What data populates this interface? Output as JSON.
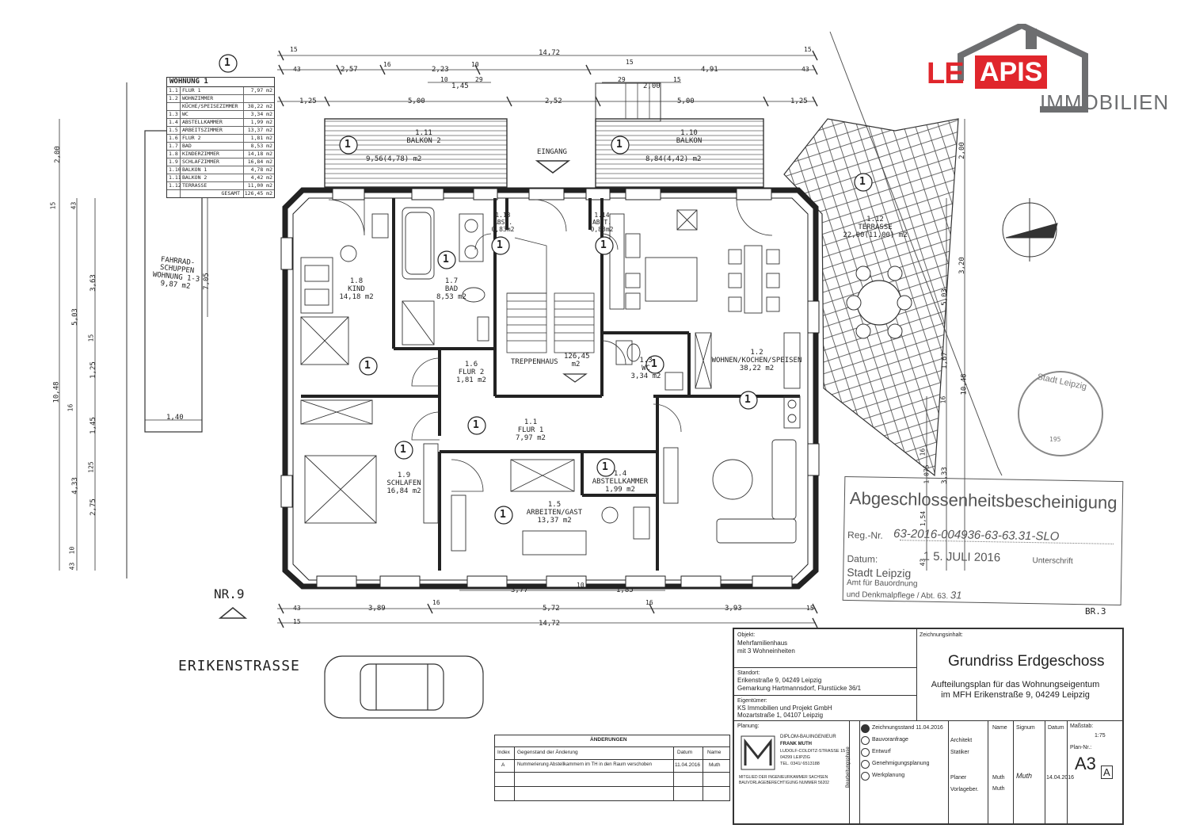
{
  "logo": {
    "le": "LE",
    "apis": "APIS",
    "immobilien": "IMMOBILIEN",
    "colors": {
      "red": "#e0262c",
      "gray": "#6d6e70"
    }
  },
  "legend": {
    "title": "WOHNUNG 1",
    "rows": [
      {
        "n": "1.1",
        "name": "FLUR 1",
        "area": "7,97 m2"
      },
      {
        "n": "1.2",
        "name": "WOHNZIMMER",
        "area": ""
      },
      {
        "n": "",
        "name": "KÜCHE/SPEISEZIMMER",
        "area": "38,22 m2"
      },
      {
        "n": "1.3",
        "name": "WC",
        "area": "3,34 m2"
      },
      {
        "n": "1.4",
        "name": "ABSTELLKAMMER",
        "area": "1,99 m2"
      },
      {
        "n": "1.5",
        "name": "ARBEITSZIMMER",
        "area": "13,37 m2"
      },
      {
        "n": "1.6",
        "name": "FLUR 2",
        "area": "1,81 m2"
      },
      {
        "n": "1.7",
        "name": "BAD",
        "area": "8,53 m2"
      },
      {
        "n": "1.8",
        "name": "KINDERZIMMER",
        "area": "14,18 m2"
      },
      {
        "n": "1.9",
        "name": "SCHLAFZIMMER",
        "area": "16,84 m2"
      },
      {
        "n": "1.10",
        "name": "BALKON 1",
        "area": "4,78 m2"
      },
      {
        "n": "1.11",
        "name": "BALKON 2",
        "area": "4,42 m2"
      },
      {
        "n": "1.12",
        "name": "TERRASSE",
        "area": "11,00 m2"
      }
    ],
    "total_label": "GESAMT",
    "total": "126,45 m2"
  },
  "rooms": {
    "balkon2": {
      "num": "1.11",
      "name": "BALKON 2",
      "area": "9,56(4,78) m2"
    },
    "balkon1": {
      "num": "1.10",
      "name": "BALKON",
      "area": "8,84(4,42) m2"
    },
    "terrasse": {
      "num": "1.12",
      "name": "TERRASSE",
      "area": "22,00(11,00) m2"
    },
    "abst1": {
      "num": "1.13",
      "name": "ABST.",
      "area": "0,83m2"
    },
    "abst2": {
      "num": "1.14",
      "name": "ABST.",
      "area": "0,83m2"
    },
    "kind": {
      "num": "1.8",
      "name": "KIND",
      "area": "14,18 m2"
    },
    "bad": {
      "num": "1.7",
      "name": "BAD",
      "area": "8,53 m2"
    },
    "flur2": {
      "num": "1.6",
      "name": "FLUR 2",
      "area": "1,81 m2"
    },
    "treppe": {
      "name": "TREPPENHAUS",
      "area": "126,45",
      "unit": "m2"
    },
    "wc": {
      "num": "1.3",
      "name": "WC",
      "area": "3,34 m2"
    },
    "wohnen": {
      "num": "1.2",
      "name": "WOHNEN/KOCHEN/SPEISEN",
      "area": "38,22 m2"
    },
    "flur1": {
      "num": "1.1",
      "name": "FLUR 1",
      "area": "7,97 m2"
    },
    "schlafen": {
      "num": "1.9",
      "name": "SCHLAFEN",
      "area": "16,84 m2"
    },
    "abstellkammer": {
      "num": "1.4",
      "name": "ABSTELLKAMMER",
      "area": "1,99 m2"
    },
    "arbeiten": {
      "num": "1.5",
      "name": "ARBEITEN/GAST",
      "area": "13,37 m2"
    },
    "fahrrad": {
      "line1": "FAHRRAD-",
      "line2": "SCHUPPEN",
      "line3": "WOHNUNG 1-3",
      "area": "9,87 m2"
    }
  },
  "apartment_marker": "1",
  "eingang": "EINGANG",
  "nr9": "NR.9",
  "street": "ERIKENSTRASSE",
  "br": "BR.3",
  "dims": {
    "top_total": "14,72",
    "top_15a": "15",
    "top_15b": "15",
    "top_43a": "43",
    "top_257": "2,57",
    "top_16": "16",
    "top_223": "2,23",
    "top_10": "10",
    "top_10b": "10",
    "top_145": "1,45",
    "top_29": "29",
    "top_15c": "15",
    "top_491": "4,91",
    "top_43b": "43",
    "top_29b": "29",
    "top_200": "2,00",
    "top_15d": "15",
    "top_125a": "1,25",
    "top_500a": "5,00",
    "top_252": "2,52",
    "top_500b": "5,00",
    "top_125b": "1,25",
    "bot_377": "3,77",
    "bot_10": "10",
    "bot_185": "1,85",
    "bot_43": "43",
    "bot_389": "3,89",
    "bot_16": "16",
    "bot_572": "5,72",
    "bot_16b": "16",
    "bot_393": "3,93",
    "bot_15": "15",
    "bot_15b": "15",
    "bot_total": "14,72",
    "left_200": "2,00",
    "left_1048": "10,48",
    "left_15": "15",
    "left_43a": "43",
    "left_363": "3,63",
    "left_503": "5,03",
    "left_15b": "15",
    "left_125": "1,25",
    "left_16": "16",
    "left_145": "1,45",
    "left_433": "4,33",
    "left_125b": "125",
    "left_275": "2,75",
    "left_10": "10",
    "left_43b": "43",
    "left_705": "7,05",
    "left_140": "1,40",
    "right_200": "2,00",
    "right_320": "3,20",
    "right_503": "5,03",
    "right_1048": "10,48",
    "right_167": "1,67",
    "right_16": "16",
    "right_433": "3,33",
    "right_1075": "1,075",
    "right_16b": "16",
    "right_154": "1,54",
    "right_43": "43"
  },
  "stamp": {
    "title": "Abgeschlossenheitsbescheinigung",
    "reg_label": "Reg.-Nr.",
    "reg_value": "63-2016-004936-63-63.31-SLO",
    "date_label": "Datum:",
    "date_value": "1 5. JULI 2016",
    "sign_label": "Unterschrift",
    "stadt": "Stadt Leipzig",
    "amt1": "Amt für Bauordnung",
    "amt2": "und Denkmalpflege / Abt. 63.",
    "abt": "31"
  },
  "seal": {
    "text": "Stadt Leipzig",
    "num": "195"
  },
  "titleblock": {
    "objekt_label": "Objekt:",
    "objekt": "Mehrfamilienhaus",
    "objekt2": "mit 3 Wohneinheiten",
    "standort_label": "Standort:",
    "standort": "Erikenstraße 9, 04249 Leipzig",
    "gemarkung": "Gemarkung Hartmannsdorf, Flurstücke 36/1",
    "eigentuemer_label": "Eigentümer:",
    "eigentuemer": "KS Immobilien und Projekt GmbH",
    "eigentuemer2": "Mozartstraße 1, 04107 Leipzig",
    "zeichnungsinhalt_label": "Zeichnungsinhalt:",
    "grundriss": "Grundriss Erdgeschoss",
    "sub1": "Aufteilungsplan für das Wohnungseigentum",
    "sub2": "im MFH Erikenstraße 9, 04249 Leipzig",
    "planung_label": "Planung:",
    "architect1": "DIPLOM-BAUINGENIEUR",
    "architect2": "FRANK MUTH",
    "architect3": "LUDOLF-COLDITZ-STRASSE 15",
    "architect4": "04299 LEIPZIG",
    "architect5": "TEL. 0341/ 6513188",
    "architect6": "MITGLIED DER INGENIEURKAMMER SACHSEN",
    "architect7": "BAUVORLAGEBERECHTIGUNG NUMMER 56202",
    "phases_label": "Bearbeitungsphase",
    "phases": [
      "Zeichnungsstand 11.04.2016",
      "Bauvoranfrage",
      "Entwurf",
      "Genehmigungsplanung",
      "Werkplanung"
    ],
    "roles": [
      "Architekt",
      "Statiker",
      "Planer",
      "Vorlageber."
    ],
    "name_h": "Name",
    "signum_h": "Signum",
    "datum_h": "Datum",
    "planer_name": "Muth",
    "planer_sig": "Muth",
    "planer_date": "14.04.2016",
    "vorl_name": "Muth",
    "massstab_label": "Maßstab:",
    "massstab": "1:75",
    "plan_label": "Plan-Nr.:",
    "plan_no": "A3",
    "plan_idx": "A"
  },
  "changes": {
    "title": "ÄNDERUNGEN",
    "h_index": "Index",
    "h_subject": "Gegenstand der Änderung",
    "h_date": "Datum",
    "h_name": "Name",
    "index": "A",
    "subject": "Nummerierung Abstellkammern im TH in den Raum verschoben",
    "date": "11.04.2016",
    "name": "Muth"
  }
}
